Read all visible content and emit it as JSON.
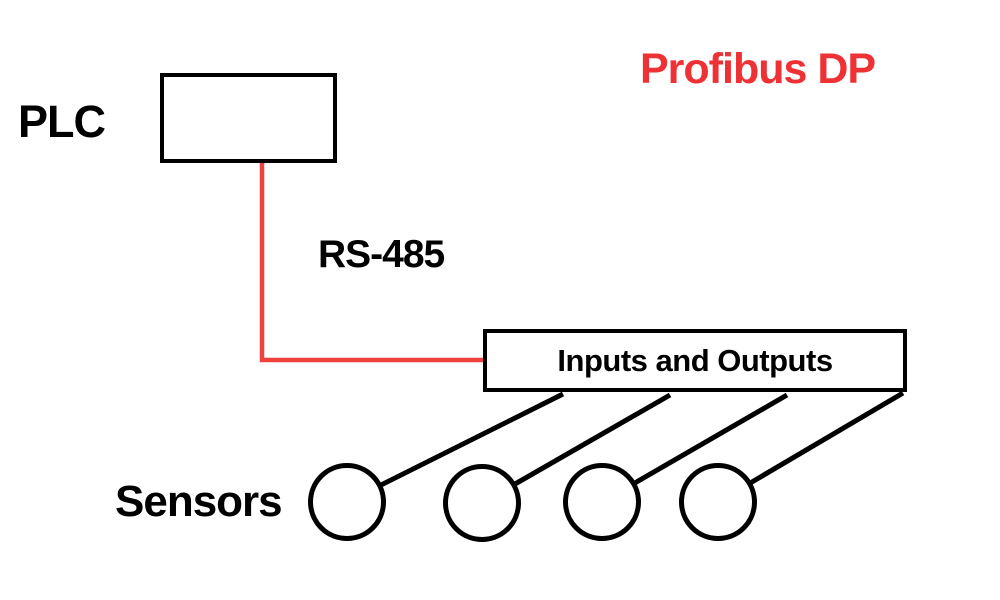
{
  "diagram": {
    "title": {
      "text": "Profibus DP",
      "color": "#ee3134"
    },
    "plc": {
      "label": "PLC"
    },
    "bus": {
      "label": "RS-485",
      "line_color": "#ef413e"
    },
    "io_box": {
      "label": "Inputs and Outputs"
    },
    "sensors": {
      "label": "Sensors",
      "count": 4
    },
    "colors": {
      "shape_black": "#000000",
      "background": "#ffffff"
    }
  }
}
